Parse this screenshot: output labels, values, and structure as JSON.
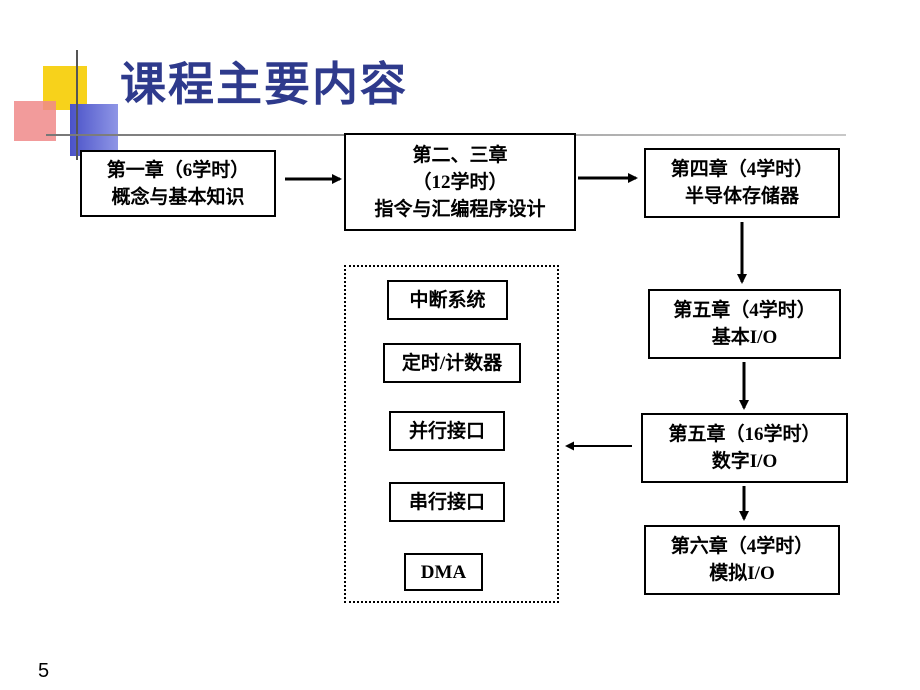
{
  "title": "课程主要内容",
  "chapters": {
    "ch1": {
      "line1": "第一章（6学时）",
      "line2": "概念与基本知识"
    },
    "ch23": {
      "line1": "第二、三章",
      "line2": "（12学时）",
      "line3": "指令与汇编程序设计"
    },
    "ch4": {
      "line1": "第四章（4学时）",
      "line2": "半导体存储器"
    },
    "ch5a": {
      "line1": "第五章（4学时）",
      "line2": "基本I/O"
    },
    "ch5b": {
      "line1": "第五章（16学时）",
      "line2": "数字I/O"
    },
    "ch6": {
      "line1": "第六章（4学时）",
      "line2": "模拟I/O"
    }
  },
  "topics": [
    "中断系统",
    "定时/计数器",
    "并行接口",
    "串行接口",
    "DMA"
  ],
  "page_number": "5"
}
